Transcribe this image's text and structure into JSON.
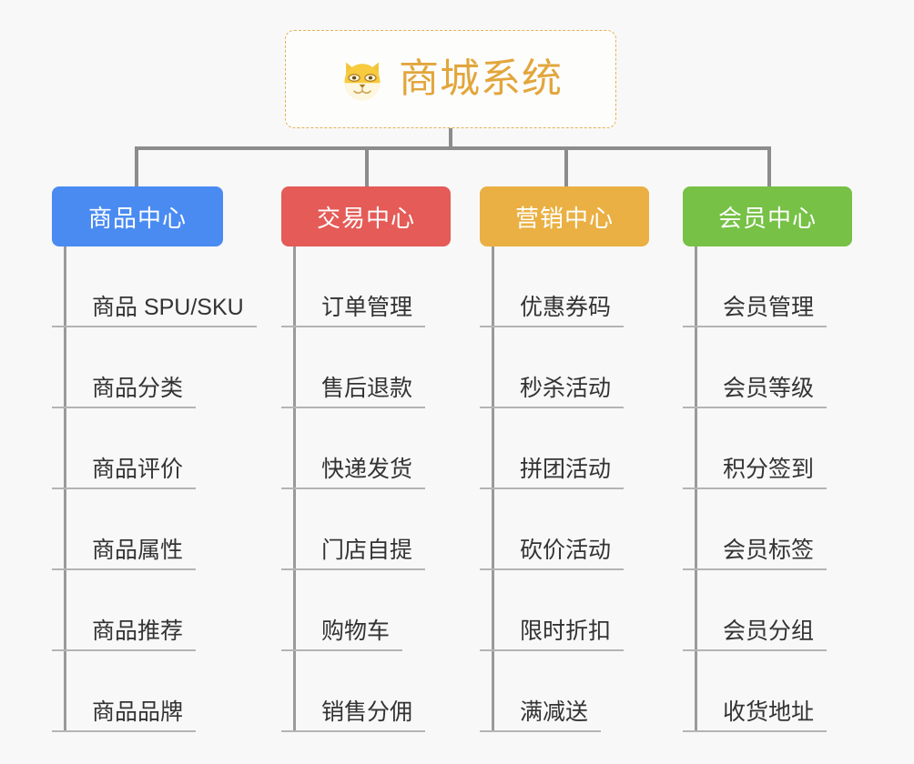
{
  "background_color": "#f8f8f8",
  "root": {
    "title": "商城系统",
    "icon": "shiba-dog-face-emoji",
    "title_color": "#e2a63c",
    "border_color": "#e6b155"
  },
  "connector_color": "#8c8c8c",
  "branches": [
    {
      "label": "商品中心",
      "color": "#4a8bf2",
      "leaves": [
        "商品 SPU/SKU",
        "商品分类",
        "商品评价",
        "商品属性",
        "商品推荐",
        "商品品牌"
      ]
    },
    {
      "label": "交易中心",
      "color": "#e45b57",
      "leaves": [
        "订单管理",
        "售后退款",
        "快递发货",
        "门店自提",
        "购物车",
        "销售分佣"
      ]
    },
    {
      "label": "营销中心",
      "color": "#eab043",
      "leaves": [
        "优惠券码",
        "秒杀活动",
        "拼团活动",
        "砍价活动",
        "限时折扣",
        "满减送"
      ]
    },
    {
      "label": "会员中心",
      "color": "#76c146",
      "leaves": [
        "会员管理",
        "会员等级",
        "积分签到",
        "会员标签",
        "会员分组",
        "收货地址"
      ]
    }
  ]
}
